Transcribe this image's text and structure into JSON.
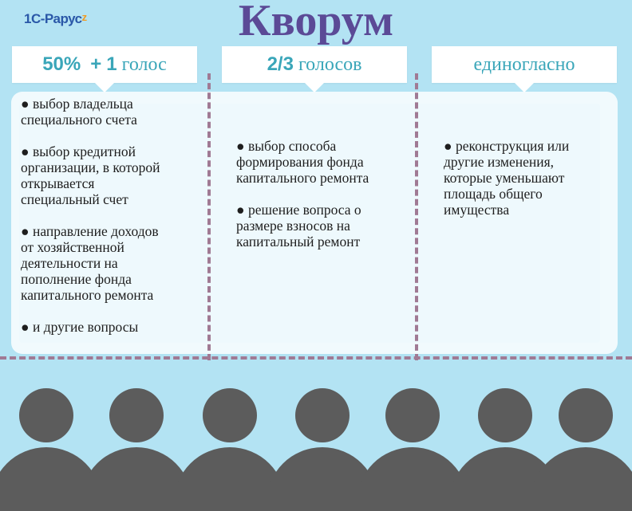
{
  "logo": {
    "text": "1С-Рарус",
    "mark": "z"
  },
  "title": "Кворум",
  "columns": [
    {
      "head_num": "50%",
      "head_plus": "+",
      "head_plusnum": "1",
      "head_text": "голос",
      "items": [
        "выбор владельца\nспециального счета",
        "выбор кредитной\nорганизации, в которой\nоткрывается\nспециальный счет",
        "направление доходов\nот хозяйственной\nдеятельности на\nпополнение фонда\nкапитального ремонта",
        "и другие вопросы"
      ]
    },
    {
      "head_num": "2/3",
      "head_text": "голосов",
      "items": [
        "выбор способа\nформирования фонда\nкапитального ремонта",
        "решение вопроса о\nразмере взносов на\nкапитальный ремонт"
      ]
    },
    {
      "head_text": "единогласно",
      "items": [
        "реконструкция или\nдругие изменения,\nкоторые уменьшают\nплощадь общего\nимущества"
      ]
    }
  ],
  "colors": {
    "background": "#b3e3f3",
    "title": "#5b4a96",
    "header_text": "#3aa6b9",
    "divider": "#a07a94",
    "people": "#5c5c5c",
    "logo": "#2a58a8",
    "logo_mark": "#f29a1f"
  }
}
